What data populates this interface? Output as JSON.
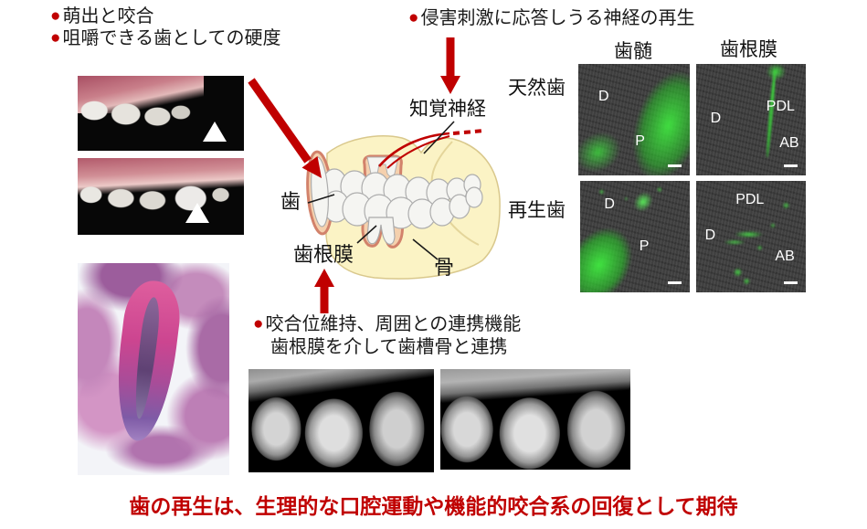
{
  "colors": {
    "accent_red": "#c00000",
    "fluor_green": "#3ddb3d"
  },
  "bullets_top_left": {
    "bullet": "●",
    "items": [
      "萌出と咬合",
      "咀嚼できる歯としての硬度"
    ]
  },
  "bullet_nerve": {
    "bullet": "●",
    "text": "侵害刺激に応答しうる神経の再生"
  },
  "bullet_pdl": {
    "bullet": "●",
    "line1": "咬合位維持、周囲との連携機能",
    "line2": "歯根膜を介して歯槽骨と連携"
  },
  "illustration": {
    "nerve_label": "知覚神経",
    "tooth_label": "歯",
    "pdl_label": "歯根膜",
    "bone_label": "骨"
  },
  "micro_panel": {
    "col_headers": [
      "歯髄",
      "歯根膜"
    ],
    "row_labels": [
      "天然歯",
      "再生歯"
    ],
    "images": {
      "natural_pulp": {
        "d": "D",
        "p": "P"
      },
      "natural_pdl": {
        "d": "D",
        "pdl": "PDL",
        "ab": "AB"
      },
      "regen_pulp": {
        "d": "D",
        "p": "P"
      },
      "regen_pdl": {
        "d": "D",
        "pdl": "PDL",
        "ab": "AB"
      }
    }
  },
  "caption": "歯の再生は、生理的な口腔運動や機能的咬合系の回復として期待"
}
